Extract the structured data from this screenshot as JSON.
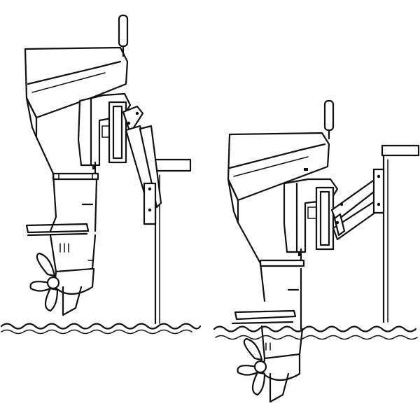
{
  "figure": {
    "background": "#ffffff",
    "line_color": "#111111",
    "panels": [
      {
        "name": "motor-raised",
        "state": "tilted-up"
      },
      {
        "name": "motor-lowered",
        "state": "lowered-into-water"
      }
    ]
  }
}
